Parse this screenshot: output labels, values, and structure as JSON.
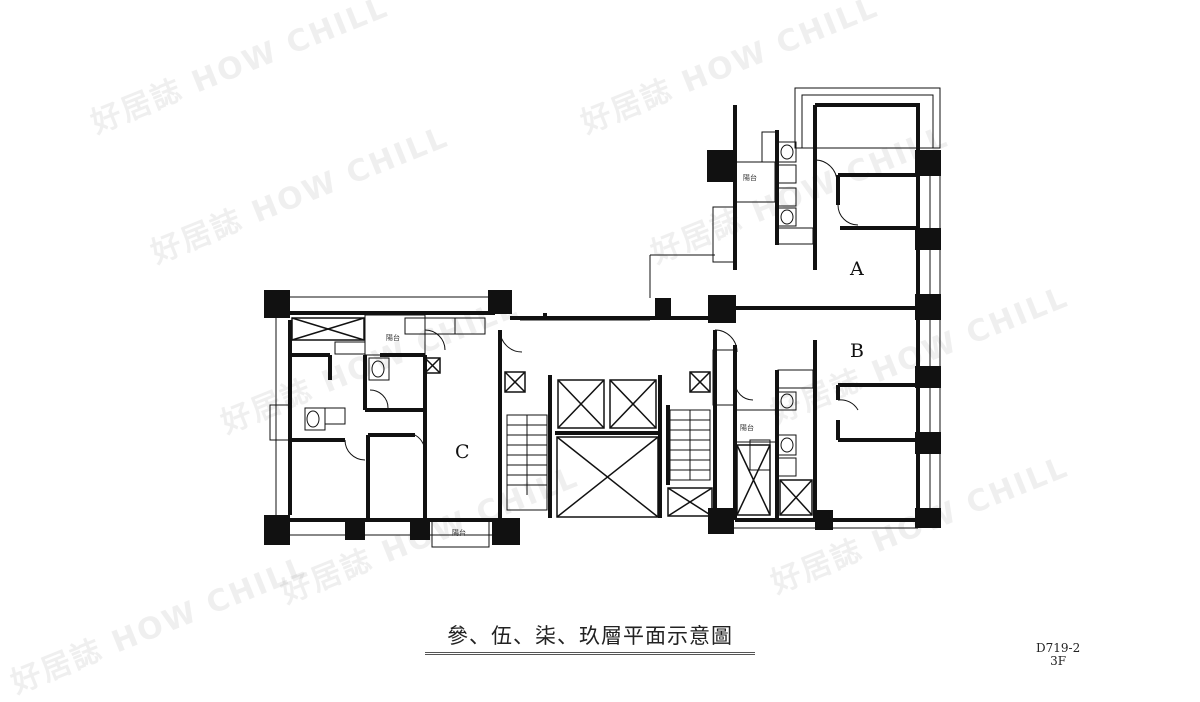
{
  "watermark": "好居誌 HOW CHILL",
  "plan": {
    "units": [
      "A",
      "B",
      "C"
    ],
    "balcony_label": "陽台"
  },
  "caption": "參、伍、柒、玖層平面示意圖",
  "drawing_code": "D719-2",
  "floor": "3F"
}
